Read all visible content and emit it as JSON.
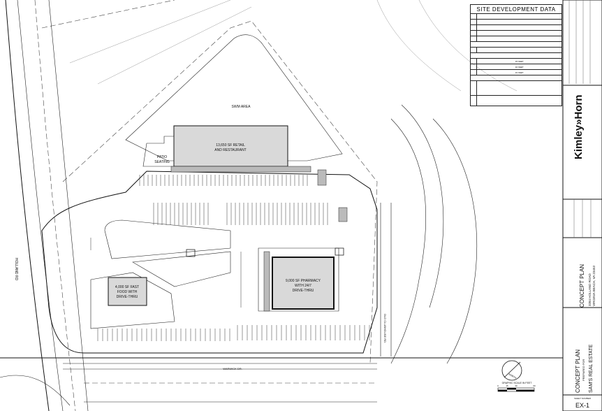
{
  "site_data": {
    "title": "SITE DEVELOPMENT DATA",
    "rows": [
      {
        "label": "",
        "value": ""
      },
      {
        "label": "",
        "value": ""
      },
      {
        "label": "",
        "value": ""
      },
      {
        "label": "",
        "value": ""
      },
      {
        "label": "",
        "value": ""
      }
    ],
    "setbacks": [
      {
        "label": "",
        "value": "15 FEET"
      },
      {
        "label": "",
        "value": "10 FEET"
      },
      {
        "label": "",
        "value": "10 FEET"
      }
    ]
  },
  "plan": {
    "swm_area": "SWM AREA",
    "retail_building": [
      "13,650 SF RETAIL",
      "AND RESTAURANT"
    ],
    "patio": [
      "PATIO",
      "SEATING"
    ],
    "fast_food": [
      "4,000 SF FAST",
      "FOOD WITH",
      "DRIVE-THRU"
    ],
    "pharmacy": [
      "9,000 SF PHARMACY",
      "WITH 24/7",
      "DRIVE-THRU"
    ],
    "roads": {
      "holland": "HOLLAND RD",
      "warwick": "WARWICK DR.",
      "clubhouse": "OLD CLUBHOUSE RD."
    },
    "north_arrow": "NORTH",
    "scale": {
      "title": "GRAPHIC SCALE IN FEET",
      "ticks": [
        "0",
        "15",
        "30",
        "60"
      ]
    }
  },
  "title_block": {
    "company": "Kimley»Horn",
    "plan_title": "CONCEPT PLAN",
    "address_line1": "3284 HOLLAND ROAD",
    "address_line2": "VIRGINIA BEACH, VA 23453",
    "sheet_title": "CONCEPT PLAN",
    "prepared_for": "PREPARED FOR",
    "client": "SAM'S REAL ESTATE",
    "sheet_number_label": "SHEET NUMBER",
    "sheet_number": "EX-1"
  }
}
